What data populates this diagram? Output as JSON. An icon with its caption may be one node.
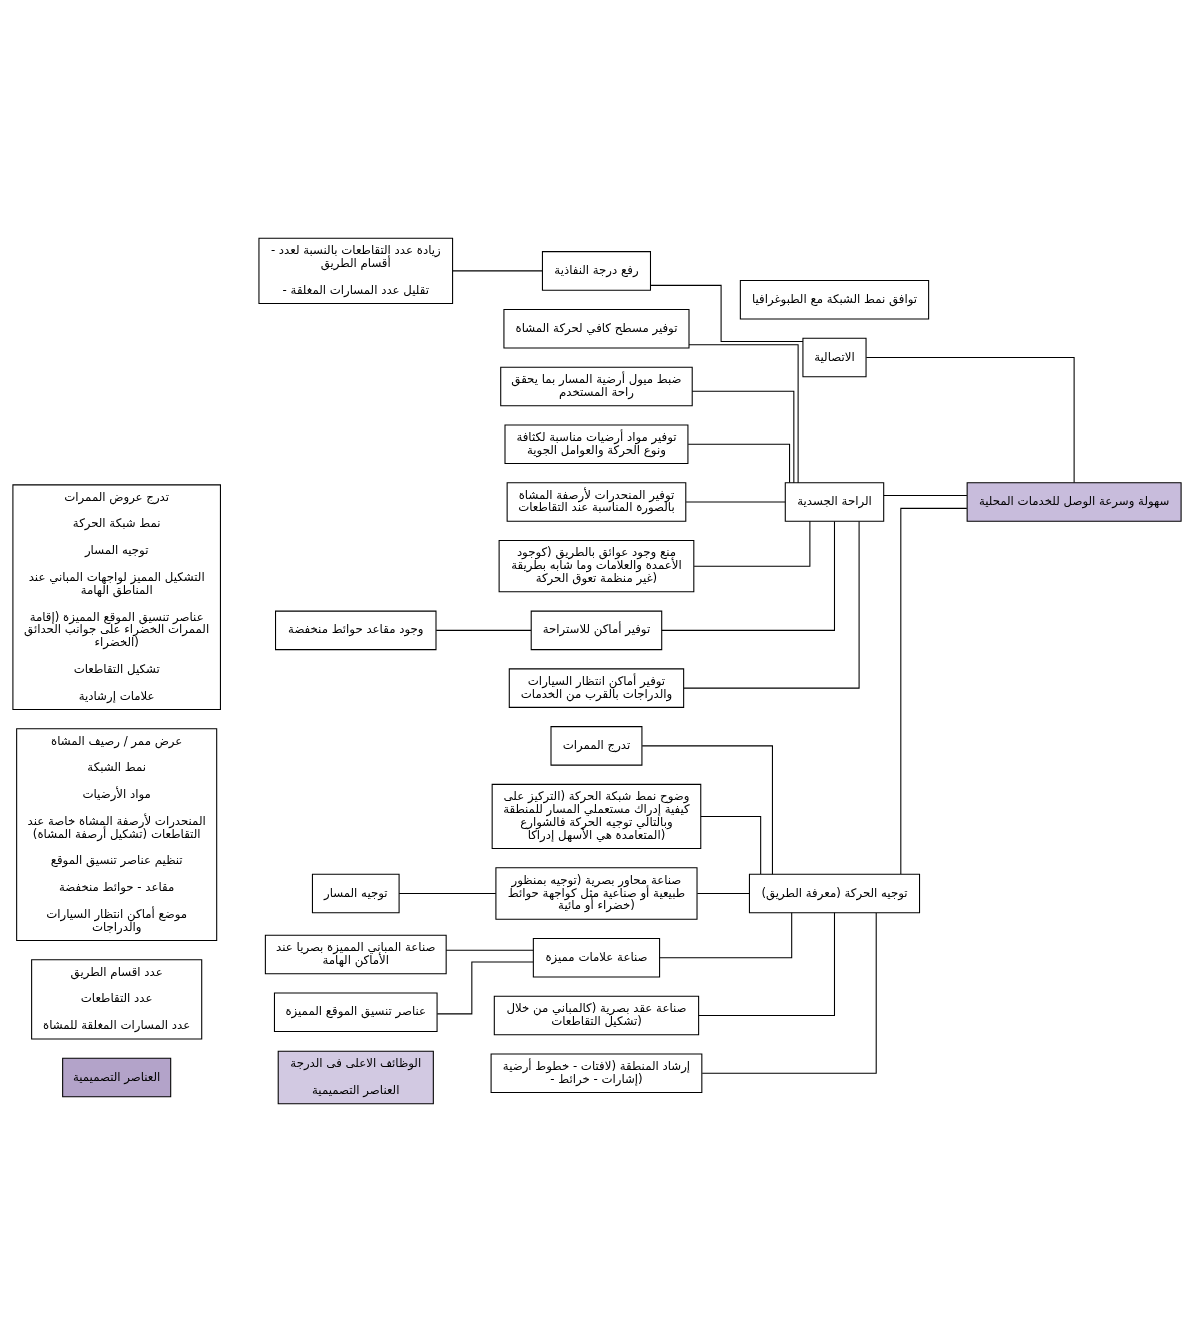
{
  "diagram": {
    "nodes": [
      {
        "text": [
          "العناصر التصميمية"
        ]
      },
      {
        "text": [
          "الوظائف الاعلى فى الدرجة",
          "العناصر التصميمية"
        ]
      },
      {
        "text": [
          "سهولة وسرعة الوصل للخدمات المحلية"
        ]
      },
      {
        "text": [
          "الاتصالية"
        ]
      },
      {
        "text": [
          "الراحة الجسدية"
        ]
      },
      {
        "text": [
          "توجيه الحركة (معرفة الطريق)"
        ]
      },
      {
        "text": [
          "رفع درجة النفاذية"
        ]
      },
      {
        "text": [
          "- زيادة عدد التقاطعات بالنسبة لعدد أقسام الطريق",
          "- تقليل عدد المسارات المغلقة"
        ]
      },
      {
        "text": [
          "عدد اقسام الطريق",
          "عدد التقاطعات",
          "عدد المسارات المغلقة للمشاة"
        ]
      },
      {
        "text": [
          "توفير مسطح كافي لحركة المشاة"
        ]
      },
      {
        "text": [
          "ضبط ميول أرضية المسار بما يحقق راحة المستخدم"
        ]
      },
      {
        "text": [
          "توفير مواد أرضيات مناسبة لكثافة ونوع الحركة والعوامل الجوية"
        ]
      },
      {
        "text": [
          "توفير المنحدرات لأرصفة المشاة بالصورة المناسبة عند التقاطعات"
        ]
      },
      {
        "text": [
          "منع وجود عوائق بالطريق (كوجود الأعمدة والعلامات وما شابه بطريقة غير منظمة تعوق الحركة)"
        ]
      },
      {
        "text": [
          "توفير أماكن للاستراحة"
        ]
      },
      {
        "text": [
          "توفير أماكن انتظار السيارات والدراجات بالقرب من الخدمات"
        ]
      },
      {
        "text": [
          "توافق نمط الشبكة مع الطبوغرافيا"
        ]
      },
      {
        "text": [
          "وجود مقاعد حوائط منخفضة"
        ]
      },
      {
        "text": [
          "عرض ممر / رصيف المشاة",
          "نمط الشبكة",
          "مواد الأرضيات",
          "المنحدرات لأرصفة المشاة خاصة عند التقاطعات (تشكيل أرصفة المشاة)",
          "تنظيم عناصر تنسيق الموقع",
          "مقاعد - حوائط منخفضة",
          "موضع أماكن انتظار السيارات والدراجات"
        ]
      },
      {
        "text": [
          "تدرج الممرات"
        ]
      },
      {
        "text": [
          "وضوح نمط شبكة الحركة (التركيز على كيفية إدراك مستعملي المسار للمنطقة وبالتالي توجيه الحركة فالشوارع المتعامدة هي الأسهل إدراكا)"
        ]
      },
      {
        "text": [
          "صناعة محاور بصرية (توجيه بمنظور طبيعية أو صناعية مثل كواجهة حوائط خضراء أو مائية)"
        ]
      },
      {
        "text": [
          "صناعة علامات مميزة"
        ]
      },
      {
        "text": [
          "صناعة عقد بصرية (كالمباني من خلال تشكيل التقاطعات)"
        ]
      },
      {
        "text": [
          "إرشاد المنطقة (لافتات - خطوط أرضية - إشارات - خرائط)"
        ]
      },
      {
        "text": [
          "توجيه المسار"
        ]
      },
      {
        "text": [
          "صناعة المباني المميزة بصريا عند الأماكن الهامة"
        ]
      },
      {
        "text": [
          "عناصر تنسيق الموقع المميزة"
        ]
      },
      {
        "text": [
          "تدرج عروض الممرات",
          "نمط شبكة الحركة",
          "توجيه المسار",
          "التشكيل المميز لواجهات المباني عند المناطق الهامة",
          "عناصر تنسيق الموقع المميزة (إقامة الممرات الخضراء على جوانب الحدائق الخضراء)",
          "تشكيل التقاطعات",
          "علامات إرشادية"
        ]
      }
    ],
    "edges": [
      {
        "from": 2,
        "to": 3,
        "arrow": "none"
      },
      {
        "from": 2,
        "to": 4,
        "arrow": "none"
      },
      {
        "from": 2,
        "to": 5,
        "arrow": "none"
      },
      {
        "from": 3,
        "to": 6,
        "arrow": "none"
      },
      {
        "from": 6,
        "to": 7,
        "arrow": "none"
      },
      {
        "from": 4,
        "to": 9,
        "arrow": "none"
      },
      {
        "from": 4,
        "to": 10,
        "arrow": "none"
      },
      {
        "from": 4,
        "to": 11,
        "arrow": "none"
      },
      {
        "from": 4,
        "to": 12,
        "arrow": "none"
      },
      {
        "from": 4,
        "to": 13,
        "arrow": "none"
      },
      {
        "from": 4,
        "to": 14,
        "arrow": "none"
      },
      {
        "from": 4,
        "to": 15,
        "arrow": "none"
      },
      {
        "from": 14,
        "to": 17,
        "arrow": "none"
      },
      {
        "from": 5,
        "to": 19,
        "arrow": "none"
      },
      {
        "from": 5,
        "to": 20,
        "arrow": "none"
      },
      {
        "from": 5,
        "to": 21,
        "arrow": "none"
      },
      {
        "from": 5,
        "to": 22,
        "arrow": "none"
      },
      {
        "from": 5,
        "to": 23,
        "arrow": "none"
      },
      {
        "from": 5,
        "to": 24,
        "arrow": "none"
      },
      {
        "from": 21,
        "to": 25,
        "arrow": "none"
      },
      {
        "from": 22,
        "to": 26,
        "arrow": "none"
      },
      {
        "from": 22,
        "to": 27,
        "arrow": "none"
      }
    ]
  }
}
